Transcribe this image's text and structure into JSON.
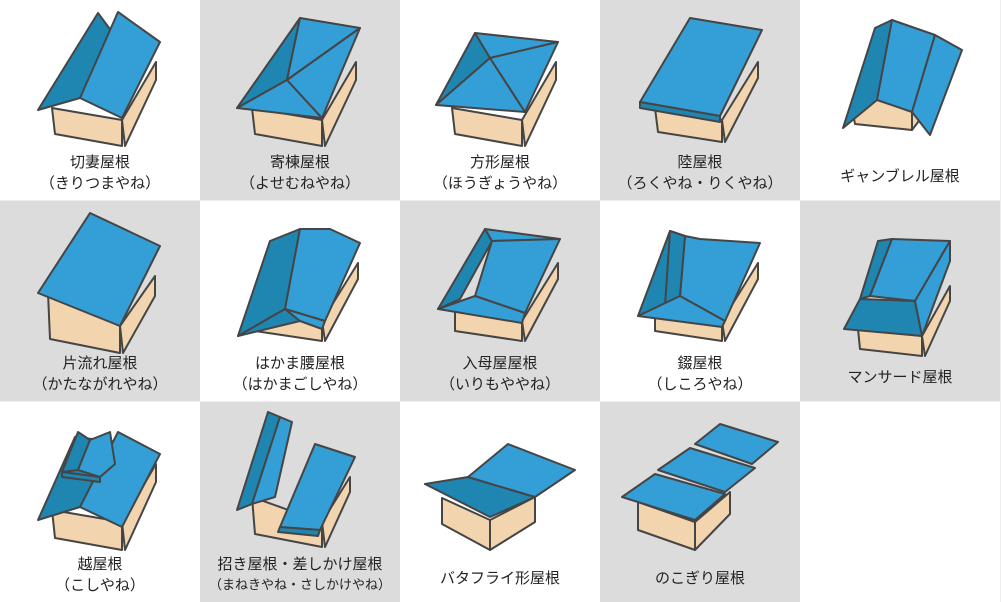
{
  "title": "屋根の種類",
  "colors": {
    "roof_light": "#339fd6",
    "roof_dark": "#1f86b2",
    "wall": "#f2d4ae",
    "stroke": "#454545",
    "cell_gray": "#dcdcdc"
  },
  "roofs": [
    {
      "name": "切妻屋根",
      "reading": "（きりつまやね）"
    },
    {
      "name": "寄棟屋根",
      "reading": "（よせむねやね）"
    },
    {
      "name": "方形屋根",
      "reading": "（ほうぎょうやね）"
    },
    {
      "name": "陸屋根",
      "reading": "（ろくやね・りくやね）"
    },
    {
      "name": "ギャンブレル屋根",
      "reading": null
    },
    {
      "name": "片流れ屋根",
      "reading": "（かたながれやね）"
    },
    {
      "name": "はかま腰屋根",
      "reading": "（はかまごしやね）"
    },
    {
      "name": "入母屋屋根",
      "reading": "（いりもややね）"
    },
    {
      "name": "錣屋根",
      "reading": "（しころやね）"
    },
    {
      "name": "マンサード屋根",
      "reading": null
    },
    {
      "name": "越屋根",
      "reading": "（こしやね）"
    },
    {
      "name": "招き屋根・差しかけ屋根",
      "reading": "（まねきやね・さしかけやね）"
    },
    {
      "name": "バタフライ形屋根",
      "reading": null
    },
    {
      "name": "のこぎり屋根",
      "reading": null
    }
  ]
}
